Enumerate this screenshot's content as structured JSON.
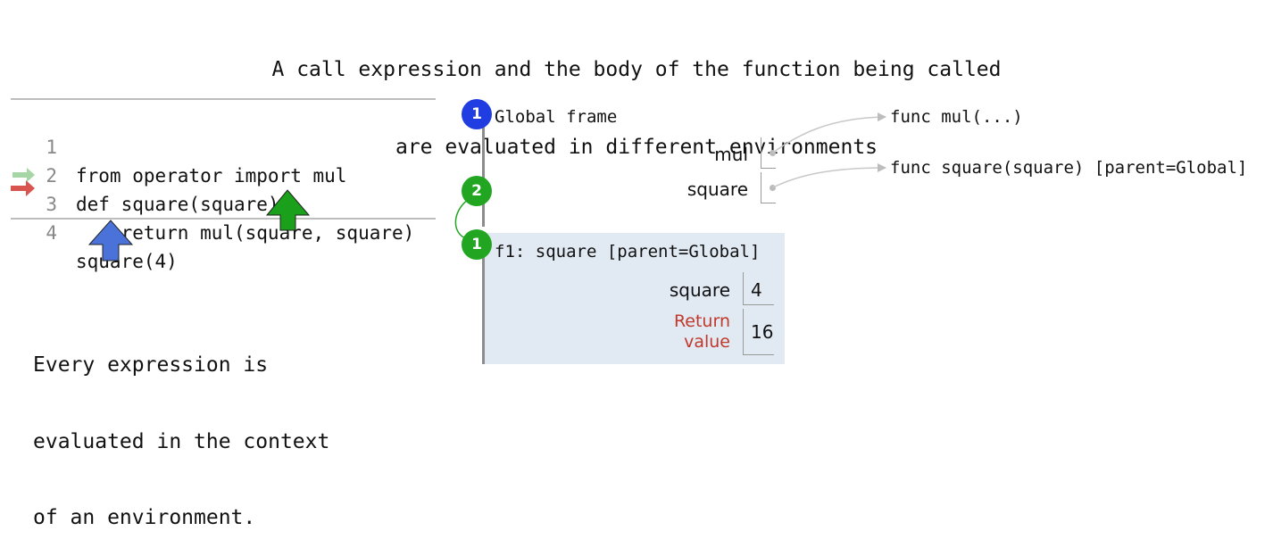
{
  "title": {
    "line1": "A call expression and the body of the function being called",
    "line2": "are evaluated in different environments"
  },
  "code": {
    "lines": [
      {
        "num": "1",
        "text": "from operator import mul"
      },
      {
        "num": "2",
        "text": "def square(square):"
      },
      {
        "num": "3",
        "text": "    return mul(square, square)"
      },
      {
        "num": "4",
        "text": "square(4)"
      }
    ]
  },
  "caption": {
    "line1": "Every expression is",
    "line2": "evaluated in the context",
    "line3": "of an environment."
  },
  "global_frame": {
    "badge": "1",
    "title": "Global frame",
    "vars": [
      {
        "name": "mul"
      },
      {
        "name": "square"
      }
    ]
  },
  "objects": {
    "mul_func": "func mul(...)",
    "square_func": "func square(square) [parent=Global]"
  },
  "transition_badge": "2",
  "local_frame": {
    "badge": "1",
    "title": "f1: square [parent=Global]",
    "var_name": "square",
    "var_value": "4",
    "return_label_1": "Return",
    "return_label_2": "value",
    "return_value": "16"
  },
  "colors": {
    "blue_arrow": "#4a72d8",
    "green_arrow": "#1aa01a",
    "current_line_arrow": "#a6d6a6",
    "next_line_arrow": "#d9534f",
    "frame_background": "#e1e9f3",
    "return_label": "#c0392b"
  }
}
